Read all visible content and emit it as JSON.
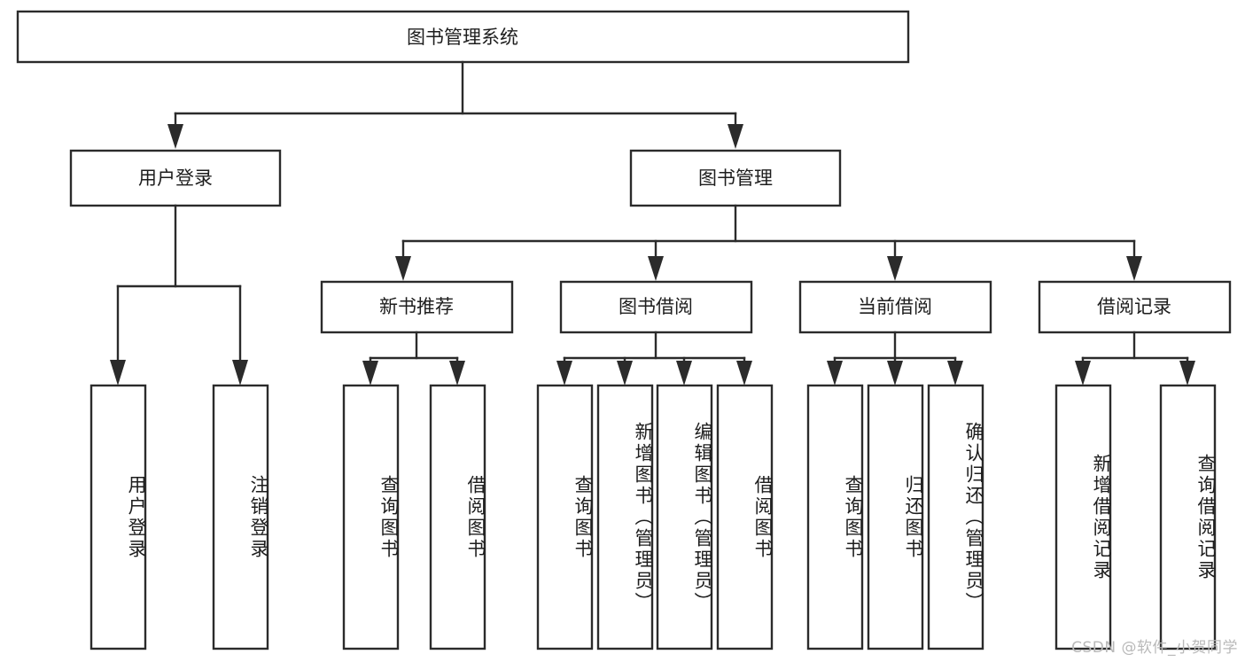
{
  "diagram": {
    "title": "图书管理系统",
    "type": "tree",
    "root": {
      "id": "root",
      "label": "图书管理系统",
      "orientation": "horizontal"
    },
    "level2": [
      {
        "id": "user-login",
        "label": "用户登录",
        "orientation": "horizontal"
      },
      {
        "id": "book-management",
        "label": "图书管理",
        "orientation": "horizontal"
      }
    ],
    "level3": [
      {
        "id": "new-book-recommend",
        "label": "新书推荐",
        "orientation": "horizontal",
        "parent": "book-management"
      },
      {
        "id": "book-borrow",
        "label": "图书借阅",
        "orientation": "horizontal",
        "parent": "book-management"
      },
      {
        "id": "current-borrow",
        "label": "当前借阅",
        "orientation": "horizontal",
        "parent": "book-management"
      },
      {
        "id": "borrow-record",
        "label": "借阅记录",
        "orientation": "horizontal",
        "parent": "book-management"
      }
    ],
    "leaves": [
      {
        "id": "leaf-user-login",
        "label": "用户登录",
        "parent": "user-login",
        "orientation": "vertical"
      },
      {
        "id": "leaf-user-logout",
        "label": "注销登录",
        "parent": "user-login",
        "orientation": "vertical"
      },
      {
        "id": "leaf-query-book-1",
        "label": "查询图书",
        "parent": "new-book-recommend",
        "orientation": "vertical"
      },
      {
        "id": "leaf-borrow-book-1",
        "label": "借阅图书",
        "parent": "new-book-recommend",
        "orientation": "vertical"
      },
      {
        "id": "leaf-query-book-2",
        "label": "查询图书",
        "parent": "book-borrow",
        "orientation": "vertical"
      },
      {
        "id": "leaf-add-book",
        "label": "新增图书（管理员）",
        "parent": "book-borrow",
        "orientation": "vertical"
      },
      {
        "id": "leaf-edit-book",
        "label": "编辑图书（管理员）",
        "parent": "book-borrow",
        "orientation": "vertical"
      },
      {
        "id": "leaf-borrow-book-2",
        "label": "借阅图书",
        "parent": "book-borrow",
        "orientation": "vertical"
      },
      {
        "id": "leaf-query-book-3",
        "label": "查询图书",
        "parent": "current-borrow",
        "orientation": "vertical"
      },
      {
        "id": "leaf-return-book",
        "label": "归还图书",
        "parent": "current-borrow",
        "orientation": "vertical"
      },
      {
        "id": "leaf-confirm-return",
        "label": "确认归还（管理员）",
        "parent": "current-borrow",
        "orientation": "vertical"
      },
      {
        "id": "leaf-add-record",
        "label": "新增借阅记录",
        "parent": "borrow-record",
        "orientation": "vertical"
      },
      {
        "id": "leaf-query-record",
        "label": "查询借阅记录",
        "parent": "borrow-record",
        "orientation": "vertical"
      }
    ],
    "colors": {
      "stroke": "#2b2b2b",
      "fill": "#ffffff",
      "text": "#1d1d1d",
      "watermark": "#b9b9b9"
    }
  },
  "watermark": {
    "text": "CSDN @软件_小贺同学"
  }
}
